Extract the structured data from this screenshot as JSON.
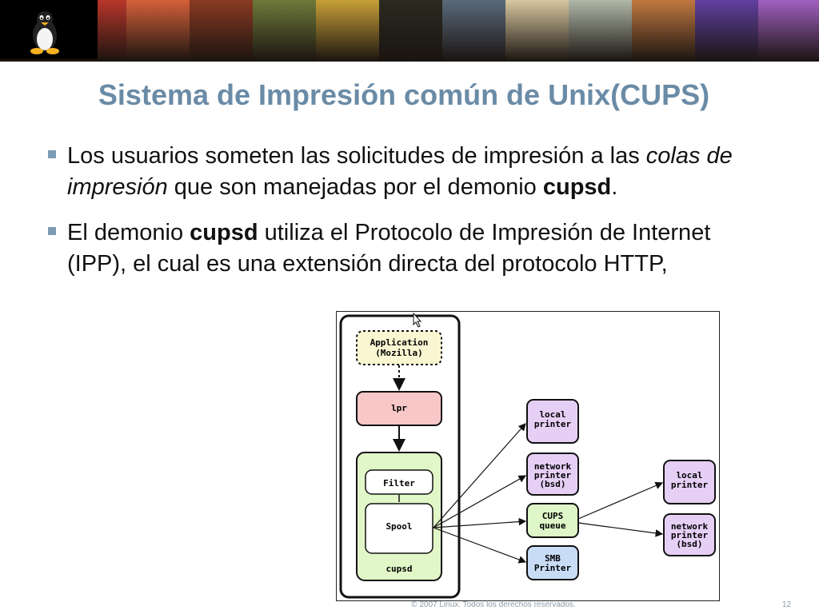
{
  "header": {
    "logo_icon": "tux-penguin-icon",
    "banner_colors": [
      "#4a1410",
      "#b8362a",
      "#d4603a",
      "#8a3a22",
      "#6e7a3a",
      "#c8a038",
      "#2a2a20",
      "#5a6a7a",
      "#d8c8a0",
      "#b0b8a8",
      "#c07840",
      "#6040a0",
      "#a060c0"
    ]
  },
  "title": "Sistema de Impresión común de Unix(CUPS)",
  "bullets": [
    {
      "parts": [
        {
          "text": "Los usuarios someten las solicitudes de impresión a las ",
          "style": "normal"
        },
        {
          "text": "colas de impresión",
          "style": "italic"
        },
        {
          "text": " que son manejadas por el demonio ",
          "style": "normal"
        },
        {
          "text": "cupsd",
          "style": "bold"
        },
        {
          "text": ".",
          "style": "normal"
        }
      ]
    },
    {
      "parts": [
        {
          "text": "El demonio ",
          "style": "normal"
        },
        {
          "text": "cupsd",
          "style": "bold"
        },
        {
          "text": " utiliza el Protocolo de Impresión de Internet (IPP), el cual es una extensión directa del protocolo HTTP,",
          "style": "normal"
        }
      ]
    }
  ],
  "diagram": {
    "application": [
      "Application",
      "(Mozilla)"
    ],
    "lpr": "lpr",
    "filter": "Filter",
    "spool": "Spool",
    "cupsd": "cupsd",
    "targets_mid": [
      [
        "local",
        "printer"
      ],
      [
        "network",
        "printer",
        "(bsd)"
      ],
      [
        "CUPS",
        "queue"
      ],
      [
        "SMB",
        "Printer"
      ]
    ],
    "targets_right": [
      [
        "local",
        "printer"
      ],
      [
        "network",
        "printer",
        "(bsd)"
      ]
    ],
    "colors": {
      "application_fill": "#fbf6d2",
      "lpr_fill": "#f8c8c8",
      "cupsd_fill": "#e2f7c8",
      "printer_fill": "#e6cff5",
      "queue_fill": "#dff7c8",
      "smb_fill": "#c8dcf5"
    }
  },
  "footer": {
    "copyright": "© 2007 Linux. Todos los derechos reservados.",
    "page": "12"
  }
}
